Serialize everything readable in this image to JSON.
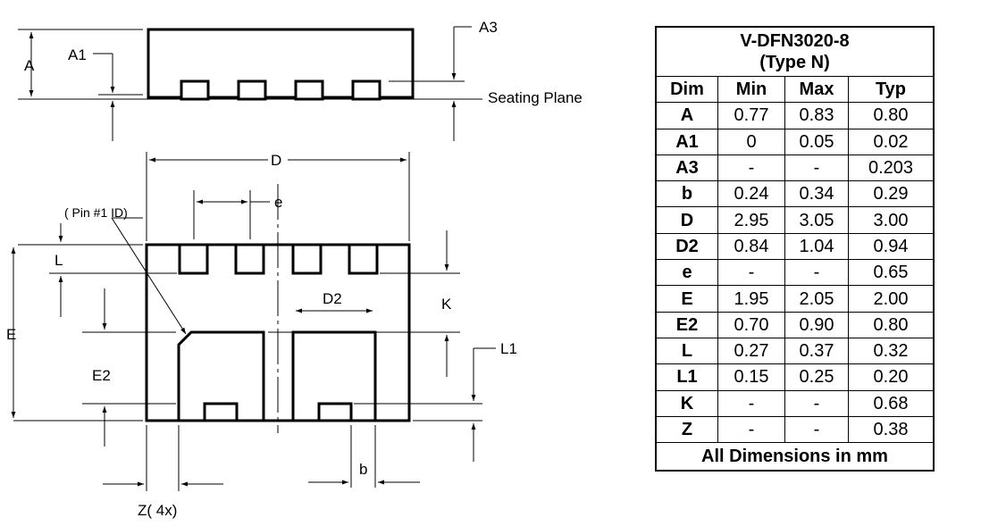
{
  "drawing": {
    "labels": {
      "A": "A",
      "A1": "A1",
      "A3": "A3",
      "seating_plane": "Seating Plane",
      "D": "D",
      "e": "e",
      "pin1": "( Pin #1 ID)",
      "L": "L",
      "E": "E",
      "D2": "D2",
      "K": "K",
      "L1": "L1",
      "E2": "E2",
      "b": "b",
      "Z": "Z(  4x)"
    }
  },
  "table": {
    "title_line1": "V-DFN3020-8",
    "title_line2": "(Type N)",
    "headers": [
      "Dim",
      "Min",
      "Max",
      "Typ"
    ],
    "rows": [
      [
        "A",
        "0.77",
        "0.83",
        "0.80"
      ],
      [
        "A1",
        "0",
        "0.05",
        "0.02"
      ],
      [
        "A3",
        "-",
        "-",
        "0.203"
      ],
      [
        "b",
        "0.24",
        "0.34",
        "0.29"
      ],
      [
        "D",
        "2.95",
        "3.05",
        "3.00"
      ],
      [
        "D2",
        "0.84",
        "1.04",
        "0.94"
      ],
      [
        "e",
        "-",
        "-",
        "0.65"
      ],
      [
        "E",
        "1.95",
        "2.05",
        "2.00"
      ],
      [
        "E2",
        "0.70",
        "0.90",
        "0.80"
      ],
      [
        "L",
        "0.27",
        "0.37",
        "0.32"
      ],
      [
        "L1",
        "0.15",
        "0.25",
        "0.20"
      ],
      [
        "K",
        "-",
        "-",
        "0.68"
      ],
      [
        "Z",
        "-",
        "-",
        "0.38"
      ]
    ],
    "footer": "All Dimensions in mm"
  }
}
